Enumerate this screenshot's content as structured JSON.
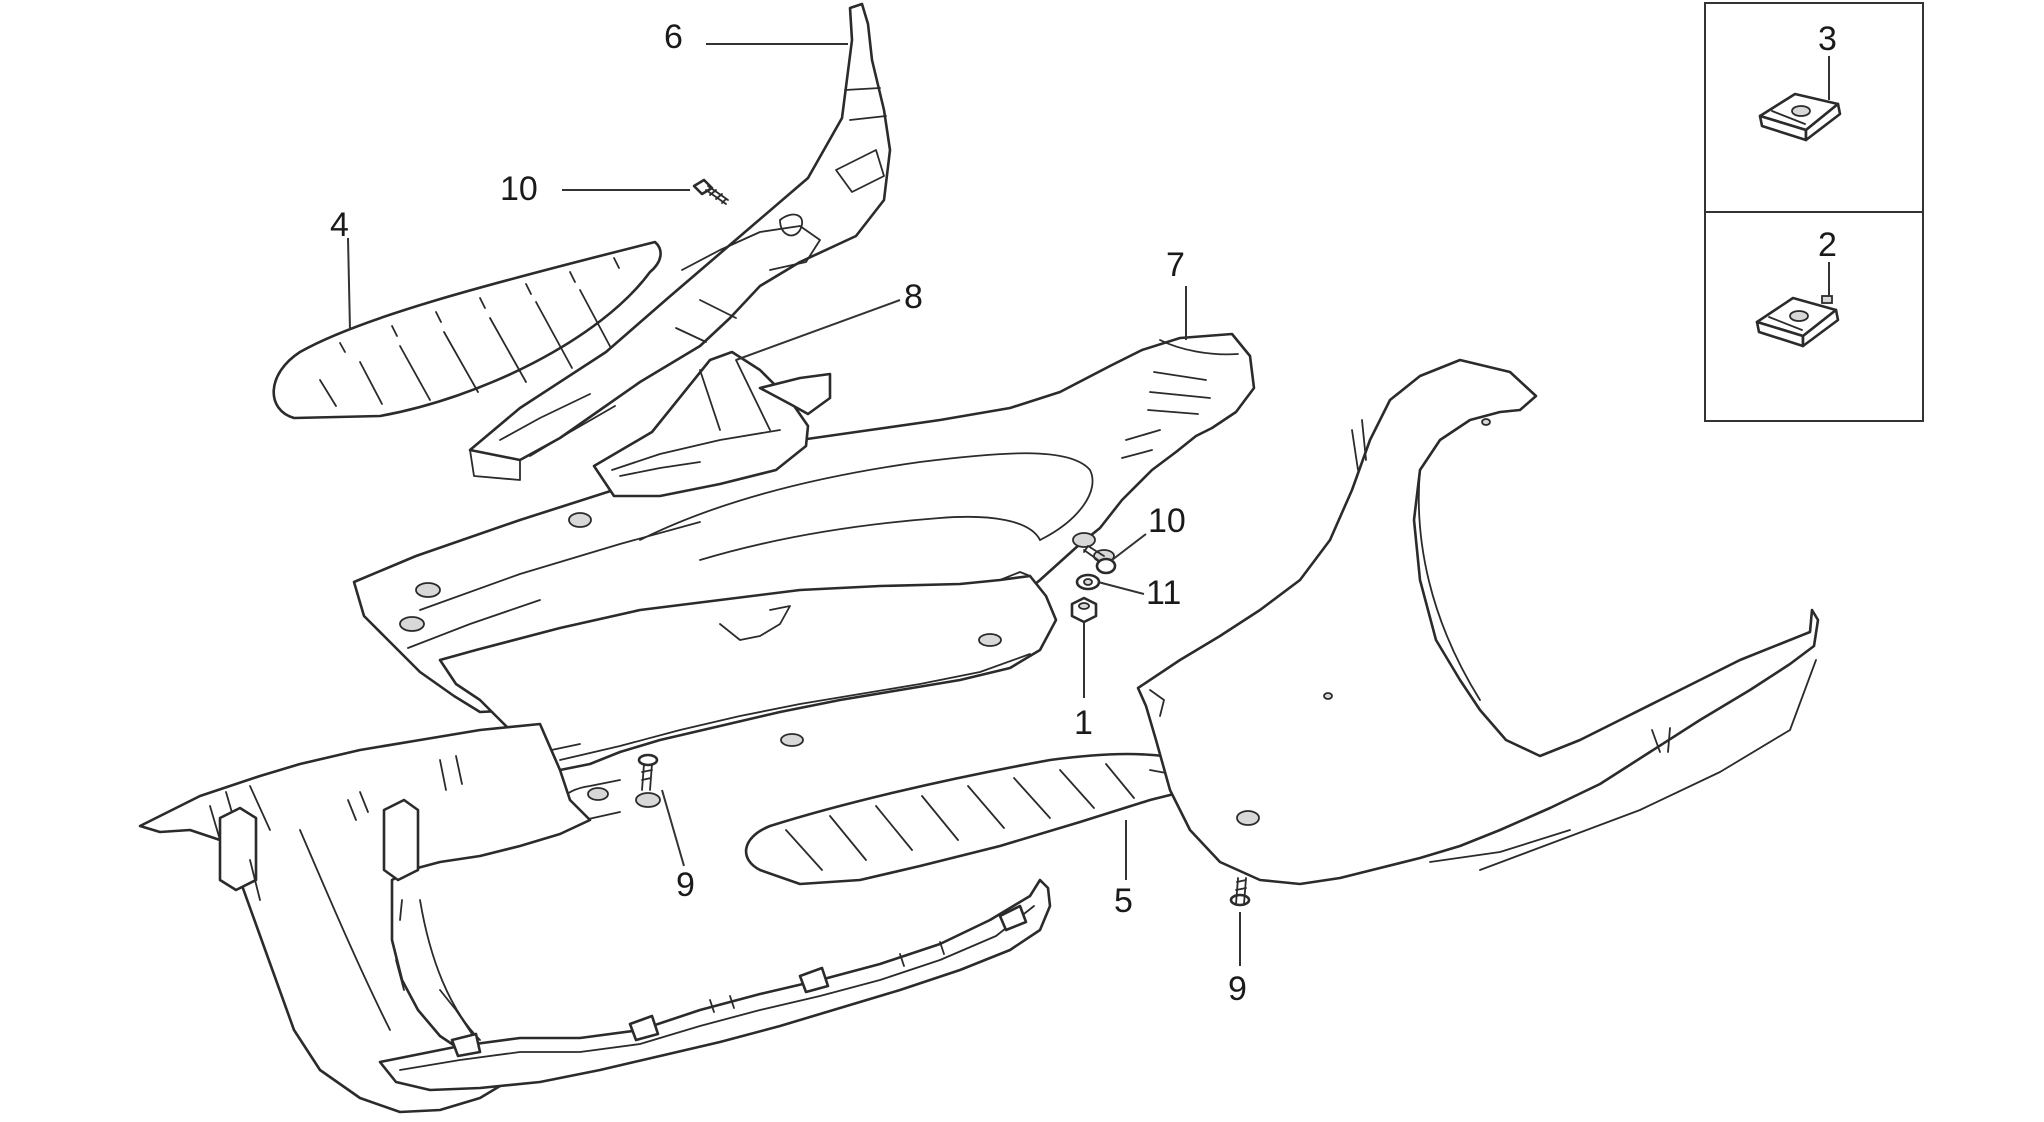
{
  "diagram": {
    "parts": [
      {
        "id": "p1",
        "number": "1",
        "component": "nut"
      },
      {
        "id": "p2",
        "number": "2",
        "component": "clip-nut"
      },
      {
        "id": "p3",
        "number": "3",
        "component": "clip-nut"
      },
      {
        "id": "p4",
        "number": "4",
        "component": "rubber-mat-upper"
      },
      {
        "id": "p5",
        "number": "5",
        "component": "rubber-mat-lower"
      },
      {
        "id": "p6",
        "number": "6",
        "component": "front-inner-panel"
      },
      {
        "id": "p7",
        "number": "7",
        "component": "footboard-frame"
      },
      {
        "id": "p8",
        "number": "8",
        "component": "center-tunnel-cover"
      },
      {
        "id": "p9a",
        "number": "9",
        "component": "screw"
      },
      {
        "id": "p9b",
        "number": "9",
        "component": "screw"
      },
      {
        "id": "p10a",
        "number": "10",
        "component": "screw"
      },
      {
        "id": "p10b",
        "number": "10",
        "component": "screw"
      },
      {
        "id": "p11",
        "number": "11",
        "component": "washer"
      }
    ],
    "colors": {
      "line": "#2b2b2b",
      "fill": "#ffffff",
      "hole": "#d8d8d8"
    }
  }
}
